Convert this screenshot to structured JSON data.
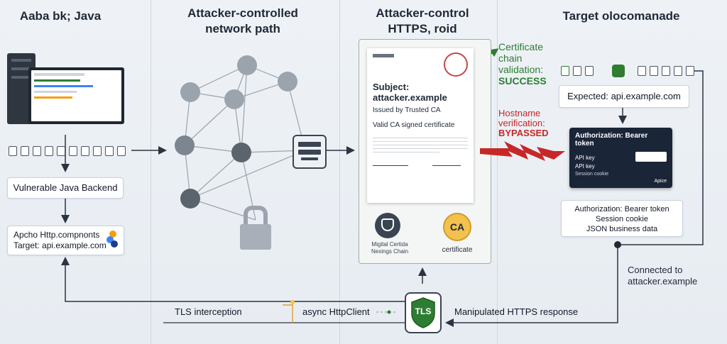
{
  "columns": {
    "left_title": "Aaba bk; Java",
    "mid1_title_line1": "Attacker-controlled",
    "mid1_title_line2": "network path",
    "mid2_title_line1": "Attacker-control",
    "mid2_title_line2": "HTTPS, roid",
    "right_title": "Target olocomanade"
  },
  "left": {
    "backend_label": "Vulnerable Java Backend",
    "client_line1": "Apcho Http.compnonts",
    "client_line2": "Target: api.example.com"
  },
  "certificate": {
    "subject_label": "Subject:",
    "subject_value": "attacker.example",
    "issued_by": "Issued by Trusted CA",
    "valid_text": "Valid CA signed certificate",
    "digital_label_line1": "Migital Certida",
    "digital_label_line2": "Nexings Chain",
    "ca_badge": "CA",
    "certificate_caption": "certificate"
  },
  "validation": {
    "chain_line1": "Certificate",
    "chain_line2": "chain",
    "chain_line3": "validation:",
    "chain_status": "SUCCESS",
    "hostname_line1": "Hostname",
    "hostname_line2": "verification:",
    "hostname_status": "BYPASSED"
  },
  "right": {
    "expected": "Expected: api.example.com",
    "auth_card_title": "Authorization: Bearer token",
    "auth_card_item1": "API key",
    "auth_card_item2": "API key",
    "auth_card_item3": "Session cookie",
    "auth_card_brand": "Apice",
    "leak_line1": "Authorization: Bearer token",
    "leak_line2": "Session cookie",
    "leak_line3": "JSON business data",
    "connected_line1": "Connected to",
    "connected_line2": "attacker.example"
  },
  "bottom": {
    "tls_interception": "TLS interception",
    "async_client": "async HttpClient",
    "tls_badge": "TLS",
    "manipulated_response": "Manipulated HTTPS response"
  },
  "colors": {
    "success_green": "#2e7d32",
    "bypass_red": "#c62828",
    "ca_gold": "#f2c14e",
    "dark_card": "#1b2538"
  }
}
